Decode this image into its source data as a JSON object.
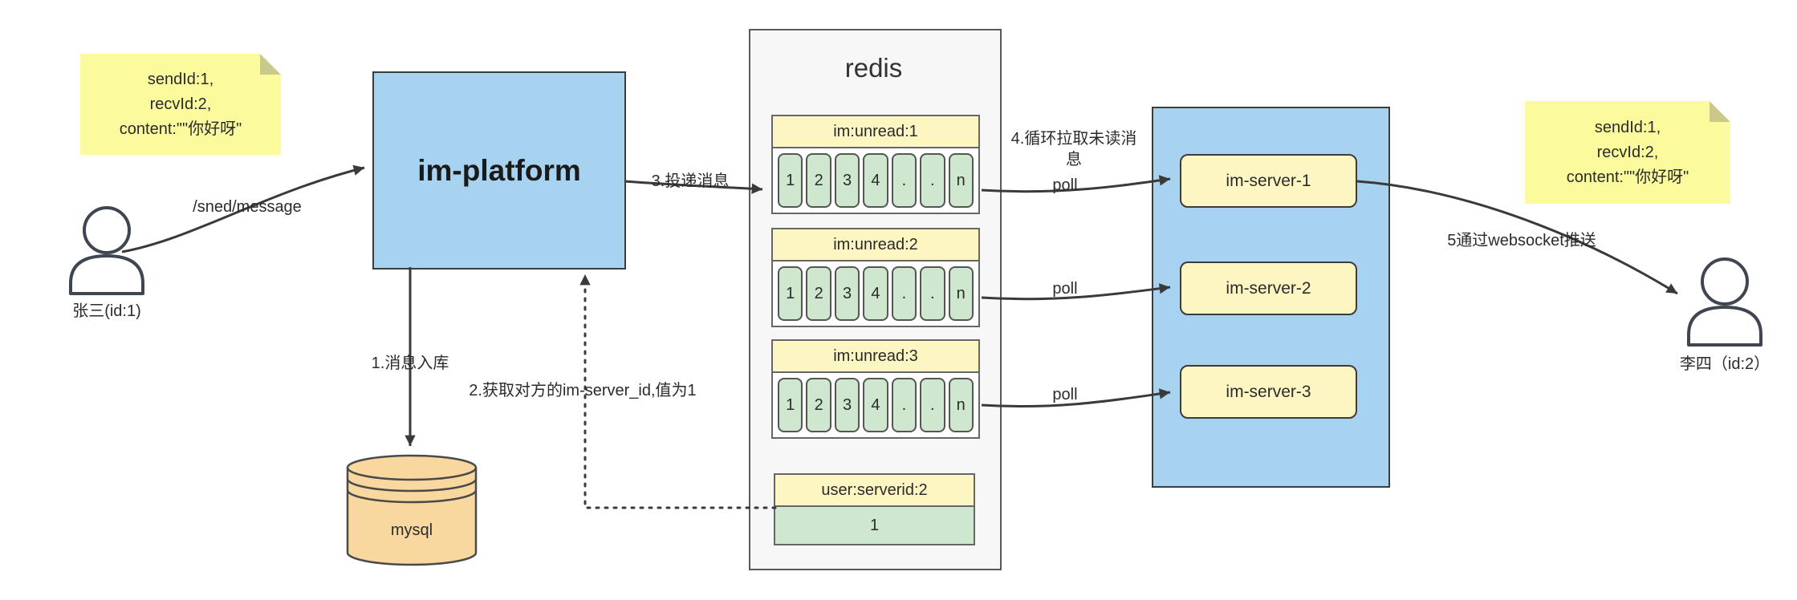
{
  "diagram": {
    "note_left": {
      "lines": [
        "sendId:1,",
        "recvId:2,",
        "content:\"\"你好呀\""
      ]
    },
    "note_right": {
      "lines": [
        "sendId:1,",
        "recvId:2,",
        "content:\"\"你好呀\""
      ]
    },
    "sender": {
      "label": "张三(id:1)"
    },
    "receiver": {
      "label": "李四（id:2）"
    },
    "platform": {
      "label": "im-platform"
    },
    "db": {
      "label": "mysql"
    },
    "redis": {
      "title": "redis",
      "queues": [
        {
          "name": "im:unread:1",
          "cells": [
            "1",
            "2",
            "3",
            "4",
            ".",
            ".",
            "n"
          ]
        },
        {
          "name": "im:unread:2",
          "cells": [
            "1",
            "2",
            "3",
            "4",
            ".",
            ".",
            "n"
          ]
        },
        {
          "name": "im:unread:3",
          "cells": [
            "1",
            "2",
            "3",
            "4",
            ".",
            ".",
            "n"
          ]
        }
      ],
      "kv": {
        "name": "user:serverid:2",
        "value": "1"
      }
    },
    "server_cluster": {
      "servers": [
        {
          "label": "im-server-1"
        },
        {
          "label": "im-server-2"
        },
        {
          "label": "im-server-3"
        }
      ]
    },
    "labels": {
      "send_path": "/sned/message",
      "step1": "1.消息入库",
      "step2": "2.获取对方的im-server_id,值为1",
      "step3": "3.投递消息",
      "step4": "4.循环拉取未读消息",
      "step5": "5通过websocket推送",
      "poll": "poll"
    },
    "colors": {
      "note_yellow": "#fbfb9d",
      "box_blue": "#a8d3f0",
      "box_yellow": "#fdf5c2",
      "cell_green": "#cfe7cf",
      "db_orange": "#f9d89f",
      "container_gray": "#f7f7f7",
      "stroke_dark": "#3a3a3a"
    }
  }
}
